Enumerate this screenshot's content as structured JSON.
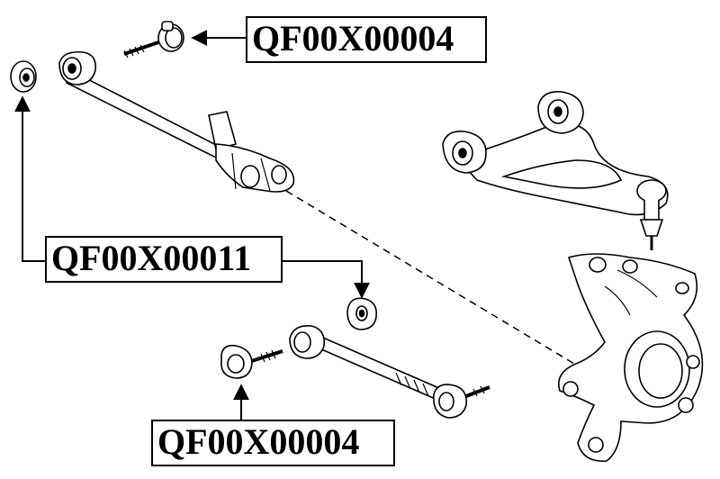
{
  "callouts": {
    "top": "QF00X00004",
    "middle": "QF00X00011",
    "bottom": "QF00X00004"
  },
  "colors": {
    "line": "#000000",
    "background": "#ffffff"
  }
}
